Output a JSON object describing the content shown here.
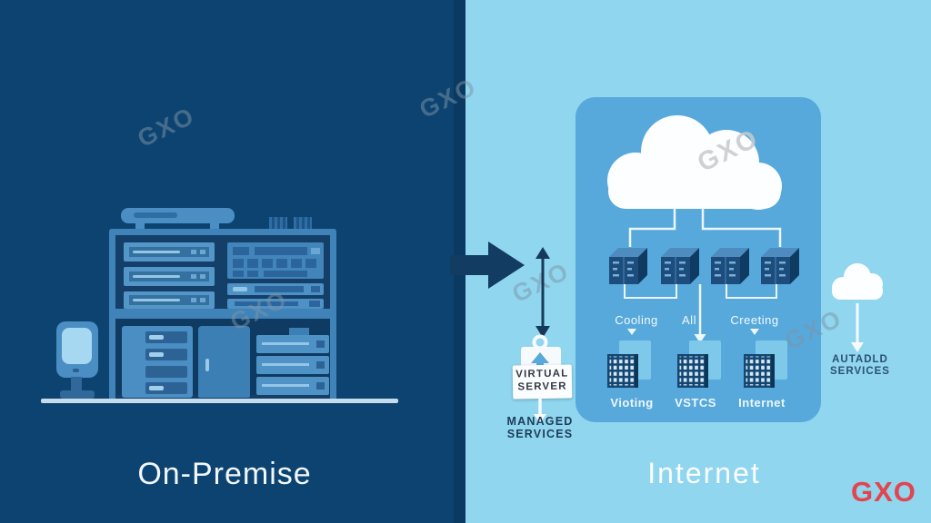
{
  "watermark": {
    "text": "GXO"
  },
  "brand": {
    "logo_text": "GXO",
    "logo_color": "#e2454e"
  },
  "left_panel": {
    "title": "On-Premise"
  },
  "middle": {
    "right_arrow_icon": "right-arrow",
    "updown_arrow_icon": "double-vertical-arrow",
    "virtual_server_tag": {
      "bag_icon": "upload-bag",
      "line1": "VIRTUAL",
      "line2": "SERVER"
    },
    "managed_services": {
      "line1": "MANAGED",
      "line2": "SERVICES"
    }
  },
  "right_panel": {
    "title": "Internet",
    "cloud_icon": "cloud",
    "server_icons": [
      "server-cube",
      "server-cube",
      "server-cube",
      "server-cube"
    ],
    "tier_labels": [
      "Cooling",
      "All",
      "Creeting"
    ],
    "node_icons": [
      "grid-box",
      "grid-box",
      "grid-box"
    ],
    "node_labels": [
      "Vioting",
      "VSTCS",
      "Internet"
    ],
    "side": {
      "cloud_icon": "small-cloud",
      "line1": "AUTADLD",
      "line2": "SERVICES"
    }
  },
  "colors": {
    "left_background": "#0d4370",
    "right_background": "#90d6ef",
    "panel_background": "#57a9dc",
    "dark_arrow": "#123c62",
    "cube_front": "#1d4d7d",
    "line_white": "#ecf6fb",
    "logo_red": "#e2454e"
  }
}
